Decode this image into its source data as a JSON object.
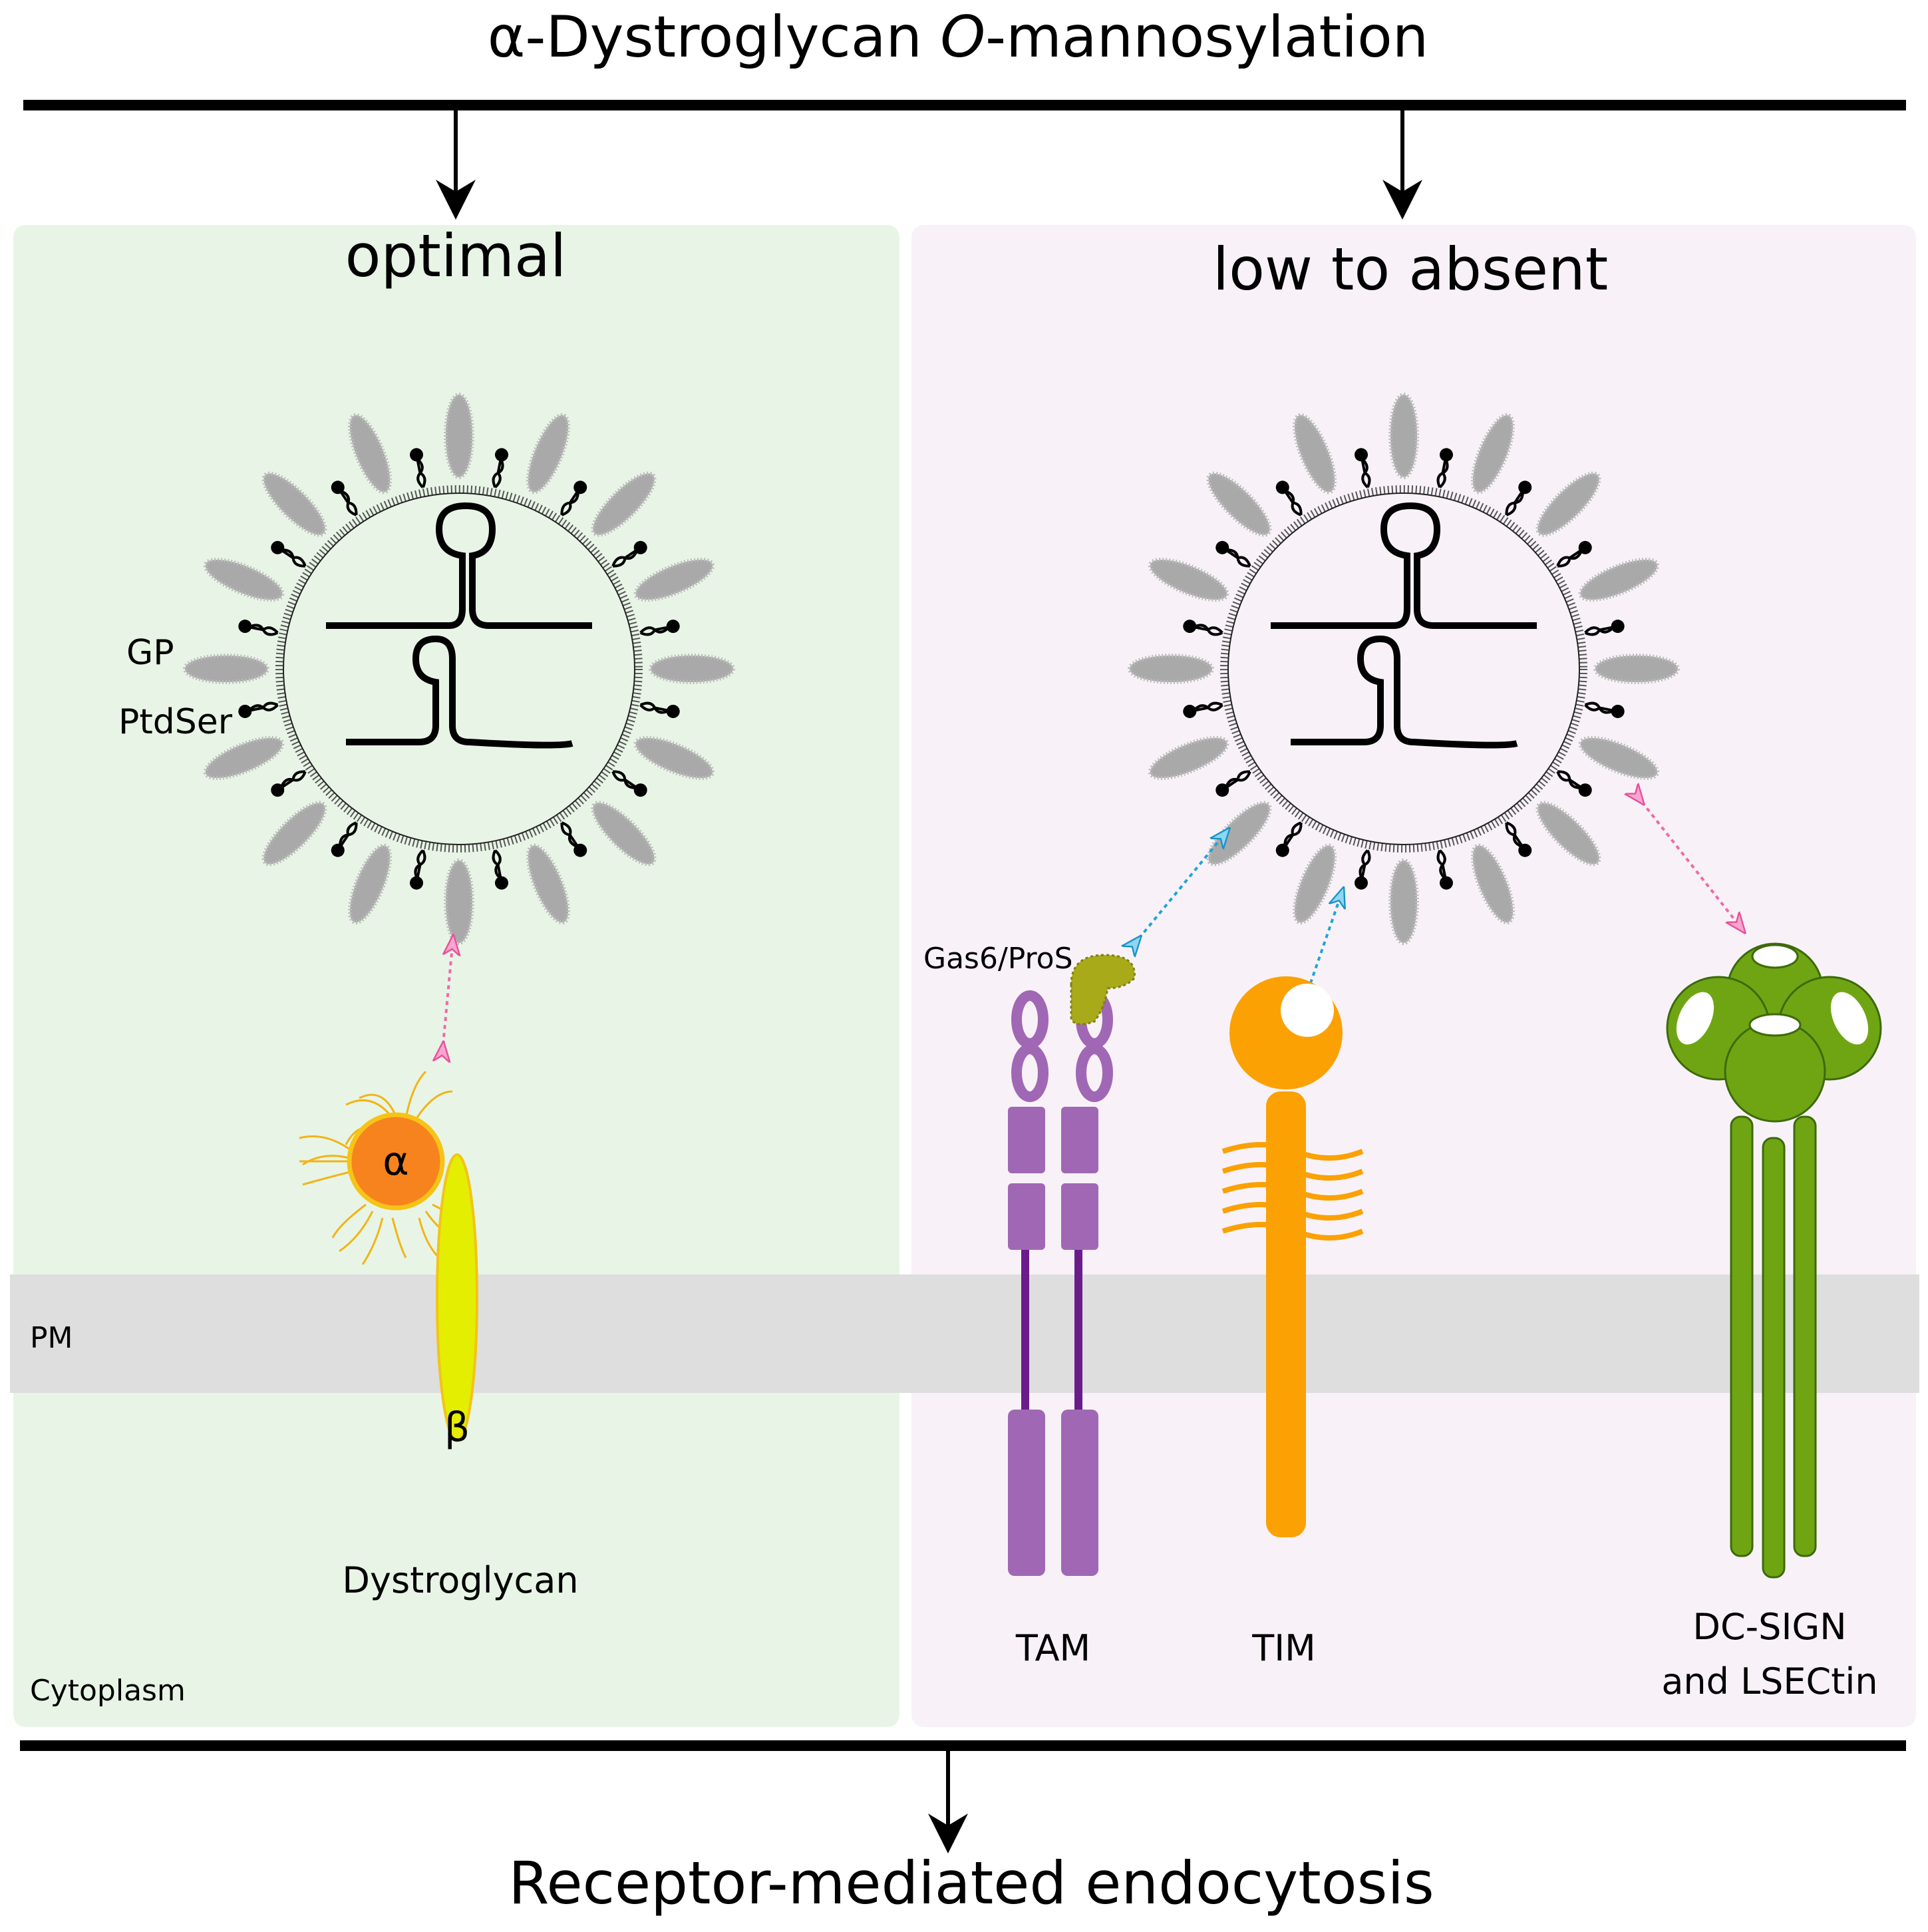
{
  "title_prefix": "α-Dystroglycan ",
  "title_italic": "O",
  "title_suffix": "-mannosylation",
  "bottom_title": "Receptor-mediated endocytosis",
  "panels": {
    "left_heading": "optimal",
    "right_heading": "low to absent"
  },
  "labels": {
    "gp": "GP",
    "ptdser": "PtdSer",
    "pm": "PM",
    "cytoplasm": "Cytoplasm",
    "alpha": "α",
    "beta": "β",
    "dystroglycan": "Dystroglycan",
    "gas6": "Gas6/ProS",
    "tam": "TAM",
    "tim": "TIM",
    "dcsign_line1": "DC-SIGN",
    "dcsign_line2": "and LSECtin"
  },
  "colors": {
    "left_panel": "#e8f5e6",
    "right_panel": "#f8f2f8",
    "membrane": "#dedede",
    "gp_spike": "#a9a9a9",
    "orange": "#f7931e",
    "yellow": "#e4ee00",
    "gold": "#f2b418",
    "purple": "#a068b4",
    "dark_purple": "#6a1d8a",
    "tim_orange": "#fba104",
    "green": "#6fa513",
    "olive": "#a8aa1a",
    "pink_arrow": "#f06aa8",
    "blue_arrow": "#1fa6d6"
  }
}
